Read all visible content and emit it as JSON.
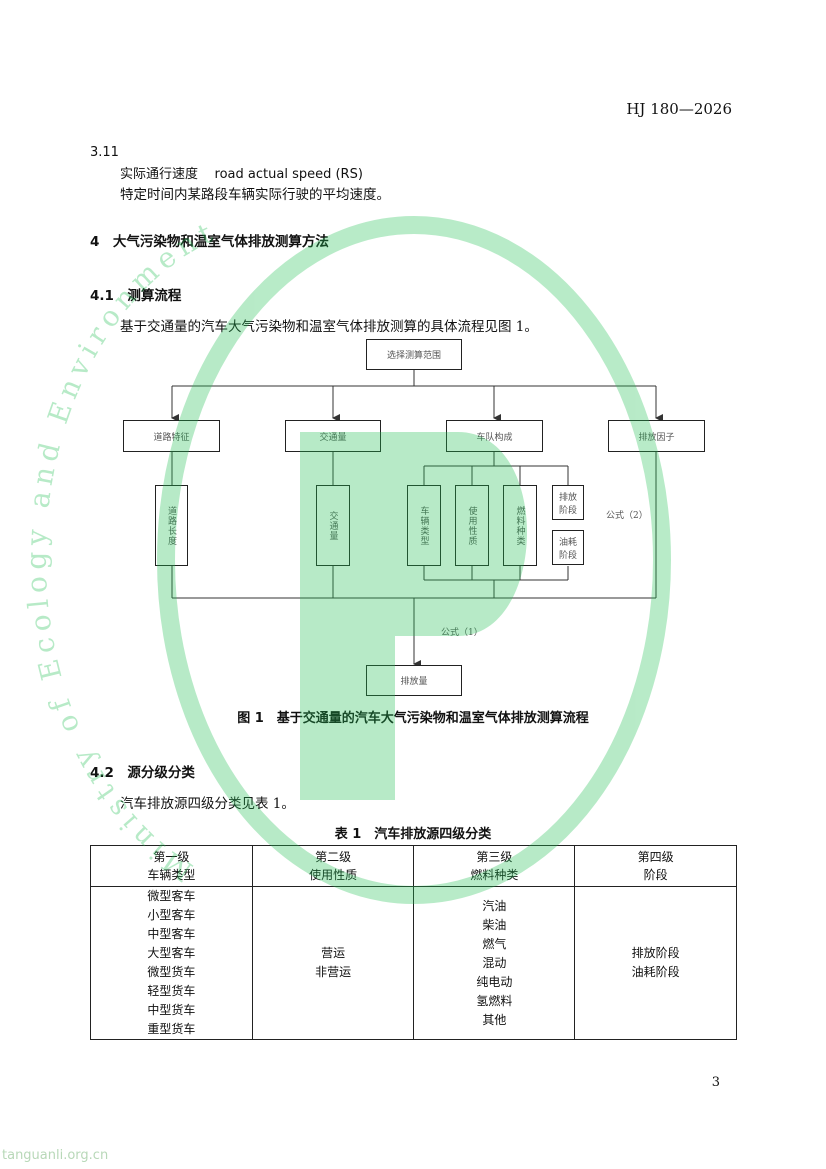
{
  "header": {
    "code": "HJ 180—2026"
  },
  "section_3_11": {
    "number": "3.11",
    "term_cn": "实际通行速度",
    "term_en": "road actual speed (RS)",
    "definition": "特定时间内某路段车辆实际行驶的平均速度。"
  },
  "section_4": {
    "heading": "4　大气污染物和温室气体排放测算方法"
  },
  "section_4_1": {
    "heading": "4.1　测算流程",
    "paragraph": "基于交通量的汽车大气污染物和温室气体排放测算的具体流程见图 1。"
  },
  "figure1": {
    "caption": "图 1　基于交通量的汽车大气污染物和温室气体排放测算流程",
    "top_box": "选择测算范围",
    "level2": [
      "道路特征",
      "交通量",
      "车队构成",
      "排放因子"
    ],
    "level3": [
      "道路长度",
      "交通量",
      "车辆类型",
      "使用性质",
      "燃料种类",
      "排放阶段",
      "油耗阶段"
    ],
    "formula1": "公式（1）",
    "formula2": "公式（2）",
    "bottom_box": "排放量"
  },
  "section_4_2": {
    "heading": "4.2　源分级分类",
    "paragraph": "汽车排放源四级分类见表 1。"
  },
  "table1": {
    "caption": "表 1　汽车排放源四级分类",
    "headers": [
      {
        "level": "第一级",
        "name": "车辆类型"
      },
      {
        "level": "第二级",
        "name": "使用性质"
      },
      {
        "level": "第三级",
        "name": "燃料种类"
      },
      {
        "level": "第四级",
        "name": "阶段"
      }
    ],
    "col1": [
      "微型客车",
      "小型客车",
      "中型客车",
      "大型客车",
      "微型货车",
      "轻型货车",
      "中型货车",
      "重型货车"
    ],
    "col2": [
      "营运",
      "非营运"
    ],
    "col3": [
      "汽油",
      "柴油",
      "燃气",
      "混动",
      "纯电动",
      "氢燃料",
      "其他"
    ],
    "col4": [
      "排放阶段",
      "油耗阶段"
    ]
  },
  "watermark": {
    "text": "Ministry of Ecology and Environment",
    "color": "#22c055"
  },
  "page_number": "3",
  "footer": {
    "url": "tanguanli.org.cn"
  }
}
